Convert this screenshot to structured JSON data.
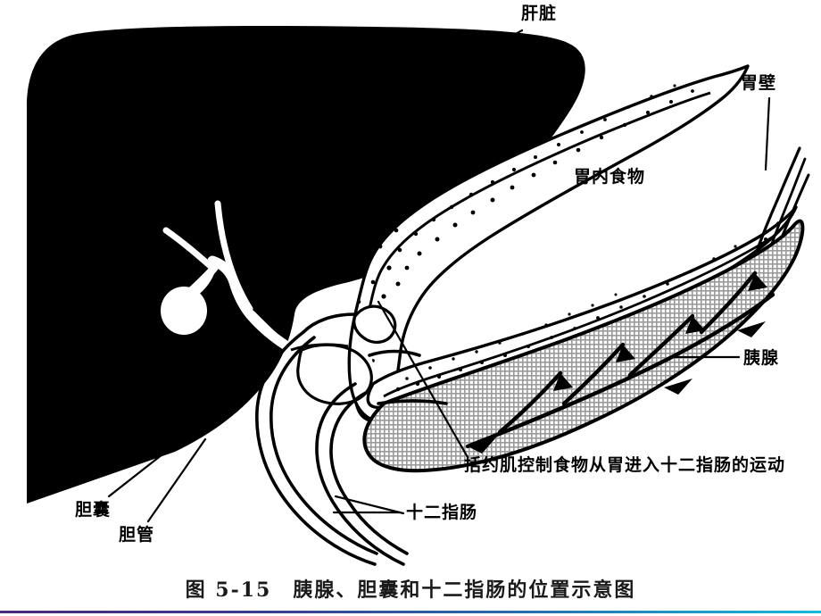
{
  "figure": {
    "caption": "图 5-15　胰腺、胆囊和十二指肠的位置示意图",
    "caption_number": "图 5-15",
    "caption_title": "胰腺、胆囊和十二指肠的位置示意图"
  },
  "labels": {
    "liver": "肝脏",
    "stomach_wall": "胃壁",
    "food_in_stomach": "胃内食物",
    "pancreas": "胰腺",
    "gallbladder": "胆囊",
    "bile_duct": "胆管",
    "duodenum": "十二指肠",
    "sphincter_note": "括约肌控制食物从胃进入十二指肠的运动"
  },
  "colors": {
    "ink": "#000000",
    "background": "#ffffff",
    "liver_fill": "#000000",
    "pancreas_fill": "#b9b9b9",
    "rule_start": "#4a2a7a",
    "rule_end": "#19b9d8"
  },
  "structures": [
    {
      "name": "liver",
      "label": "肝脏",
      "fill": "solid-black"
    },
    {
      "name": "stomach",
      "label": "胃壁",
      "fill": "outline"
    },
    {
      "name": "food",
      "label": "胃内食物",
      "fill": "stipple-dots"
    },
    {
      "name": "pancreas",
      "label": "胰腺",
      "fill": "gray-crosshatch"
    },
    {
      "name": "gallbladder",
      "label": "胆囊",
      "fill": "white-on-black"
    },
    {
      "name": "bile-duct",
      "label": "胆管",
      "fill": "white-on-black"
    },
    {
      "name": "duodenum",
      "label": "十二指肠",
      "fill": "outline"
    }
  ]
}
